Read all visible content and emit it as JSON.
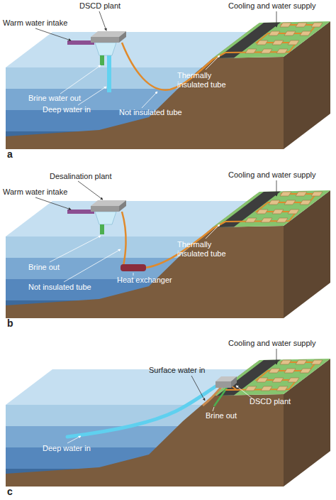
{
  "diagram": {
    "labels": [
      "Cooling and water supply",
      "DSCD plant",
      "Warm water intake",
      "Thermally insulated tube",
      "Brine water out",
      "Deep water in",
      "Not insulated tube",
      "a",
      "Cooling and water supply",
      "Desalination plant",
      "Warm water intake",
      "Thermally insulated tube",
      "Brine out",
      "Not insulated tube",
      "Heat exchanger",
      "b",
      "Cooling and water supply",
      "Surface water in",
      "DSCD plant",
      "Brine out",
      "Deep water in",
      "c"
    ]
  }
}
